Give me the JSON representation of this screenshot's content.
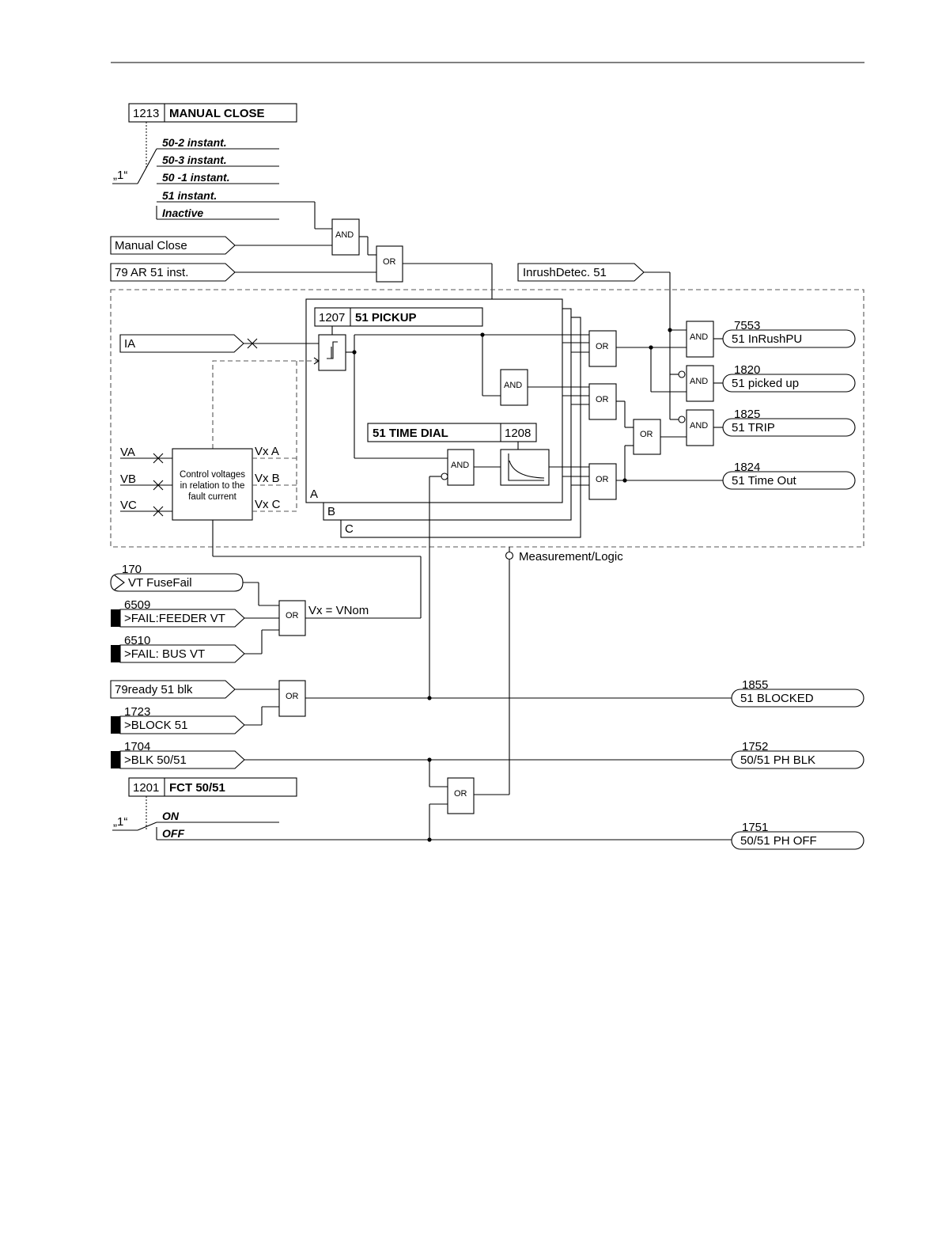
{
  "manual_close": {
    "param_no": "1213",
    "param_name": "MANUAL CLOSE",
    "default": "„1“",
    "options": [
      "50-2 instant.",
      "50-3 instant.",
      "50 -1 instant.",
      "51 instant.",
      "Inactive"
    ]
  },
  "inputs": {
    "manual_close": "Manual Close",
    "ar_51_inst": "79 AR 51 inst.",
    "inrush": "InrushDetec. 51",
    "ia": "IA",
    "va": "VA",
    "vb": "VB",
    "vc": "VC"
  },
  "pickup": {
    "param_no": "1207",
    "param_name": "51 PICKUP"
  },
  "time_dial": {
    "param_no": "1208",
    "param_name": "51 TIME DIAL"
  },
  "phases": [
    "A",
    "B",
    "C"
  ],
  "control_block": {
    "lines": [
      "Control voltages",
      "in relation to the",
      "fault current"
    ]
  },
  "vx_labels": [
    "Vx A",
    "Vx B",
    "Vx C"
  ],
  "gates": {
    "and": "AND",
    "or": "OR"
  },
  "outputs": [
    {
      "no": "7553",
      "label": "51 InRushPU"
    },
    {
      "no": "1820",
      "label": "51 picked up"
    },
    {
      "no": "1825",
      "label": "51 TRIP"
    },
    {
      "no": "1824",
      "label": "51 Time Out"
    }
  ],
  "measurement_logic": "Measurement/Logic",
  "vt_inputs": [
    {
      "no": "170",
      "label": "VT FuseFail"
    },
    {
      "no": "6509",
      "label": ">FAIL:FEEDER VT"
    },
    {
      "no": "6510",
      "label": ">FAIL: BUS VT"
    }
  ],
  "vx_vnom": "Vx = VNom",
  "block_inputs": {
    "ready": "79ready 51 blk",
    "block51": {
      "no": "1723",
      "label": ">BLOCK 51"
    },
    "blk5051": {
      "no": "1704",
      "label": ">BLK 50/51"
    }
  },
  "block_outputs": [
    {
      "no": "1855",
      "label": "51 BLOCKED"
    },
    {
      "no": "1752",
      "label": "50/51 PH BLK"
    },
    {
      "no": "1751",
      "label": "50/51 PH OFF"
    }
  ],
  "fct": {
    "param_no": "1201",
    "param_name": "FCT 50/51",
    "default": "„1“",
    "options": [
      "ON",
      "OFF"
    ]
  }
}
